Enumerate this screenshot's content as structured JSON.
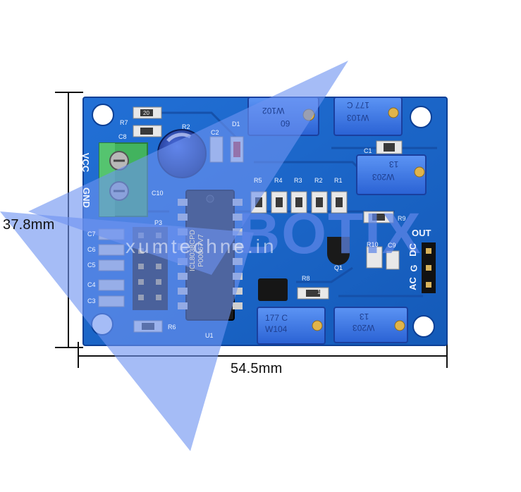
{
  "dimensions": {
    "height_label": "37.8mm",
    "width_label": "54.5mm"
  },
  "board": {
    "chip_marking_1": "ICL8038CPD",
    "chip_marking_2": "P00067V7",
    "chip_ref": "U1",
    "pots": [
      {
        "ref": "W102",
        "top": "60"
      },
      {
        "ref": "W103",
        "top": "177 C"
      },
      {
        "ref": "W203",
        "top": "13"
      },
      {
        "ref": "W104",
        "top": "177 C"
      },
      {
        "ref": "W203",
        "top": "13"
      }
    ],
    "resistors": [
      "R5",
      "R4",
      "R3",
      "R2",
      "R1",
      "R7",
      "R2",
      "R9",
      "R10",
      "R8",
      "R6",
      "P3"
    ],
    "caps": [
      "C8",
      "C2",
      "D1",
      "C10",
      "C1",
      "C9",
      "C3",
      "C4",
      "C5",
      "C6",
      "C7"
    ],
    "transistor": "Q1",
    "terminal_labels": [
      "VCC",
      "GND"
    ],
    "output_labels": {
      "title": "OUT",
      "pins": [
        "AC",
        "G",
        "DC"
      ]
    },
    "resistor_code": "103",
    "cap_code": "20"
  },
  "watermark": {
    "brand": "BOTIX",
    "site": "xumtechne.in"
  },
  "colors": {
    "pcb": "#1e63c8",
    "pcb_dark": "#0e3f97",
    "watermark": "#6e93f0",
    "pot": "#2f6fe0",
    "terminal": "#3fae5a"
  }
}
